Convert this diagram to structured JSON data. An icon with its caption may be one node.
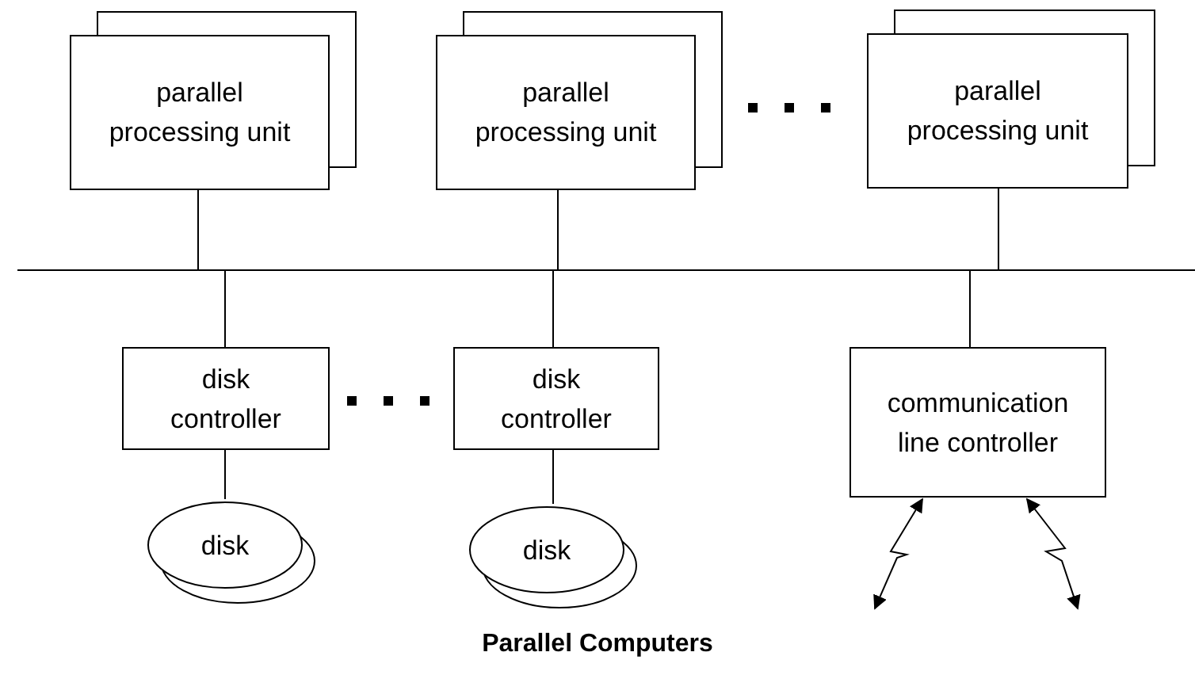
{
  "diagram": {
    "caption": "Parallel Computers",
    "nodes": [
      {
        "text": [
          "parallel processing unit"
        ]
      },
      {
        "text": [
          "parallel processing unit"
        ]
      },
      {
        "text": [
          "parallel processing unit"
        ]
      },
      {
        "text": [],
        "shape": "bar"
      },
      {
        "text": [
          "disk controller"
        ]
      },
      {
        "text": [
          "disk controller"
        ]
      },
      {
        "text": [
          "communication line controller"
        ]
      },
      {
        "text": [
          "disk"
        ]
      },
      {
        "text": [
          "disk"
        ]
      }
    ],
    "edges": [
      {
        "from": 0,
        "to": 3,
        "arrow": "none"
      },
      {
        "from": 1,
        "to": 3,
        "arrow": "none"
      },
      {
        "from": 2,
        "to": 3,
        "arrow": "none"
      },
      {
        "from": 3,
        "to": 4,
        "arrow": "none"
      },
      {
        "from": 3,
        "to": 5,
        "arrow": "none"
      },
      {
        "from": 3,
        "to": 6,
        "arrow": "none"
      },
      {
        "from": 4,
        "to": 7,
        "arrow": "none"
      },
      {
        "from": 5,
        "to": 8,
        "arrow": "none"
      },
      {
        "from": 6,
        "to": null,
        "arrow": "both"
      },
      {
        "from": 6,
        "to": null,
        "arrow": "both"
      }
    ]
  }
}
